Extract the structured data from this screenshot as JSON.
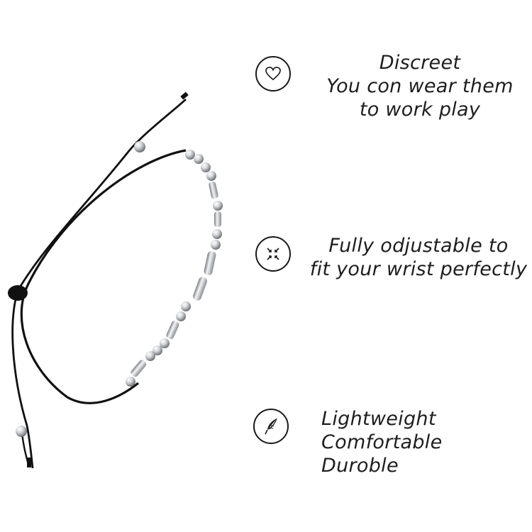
{
  "colors": {
    "background": "#ffffff",
    "text": "#1e1e1e",
    "cord": "#111111",
    "bead": "#c9cbcf"
  },
  "features": [
    {
      "icon": "heart-icon",
      "lines": [
        "Discreet",
        "You con wear them",
        "to work play"
      ]
    },
    {
      "icon": "adjust-arrows-icon",
      "lines": [
        "Fully odjustable to",
        "fit your wrist perfectly"
      ]
    },
    {
      "icon": "feather-icon",
      "lines": [
        "Lightweight",
        "Comfortable",
        "Durоble"
      ]
    }
  ]
}
